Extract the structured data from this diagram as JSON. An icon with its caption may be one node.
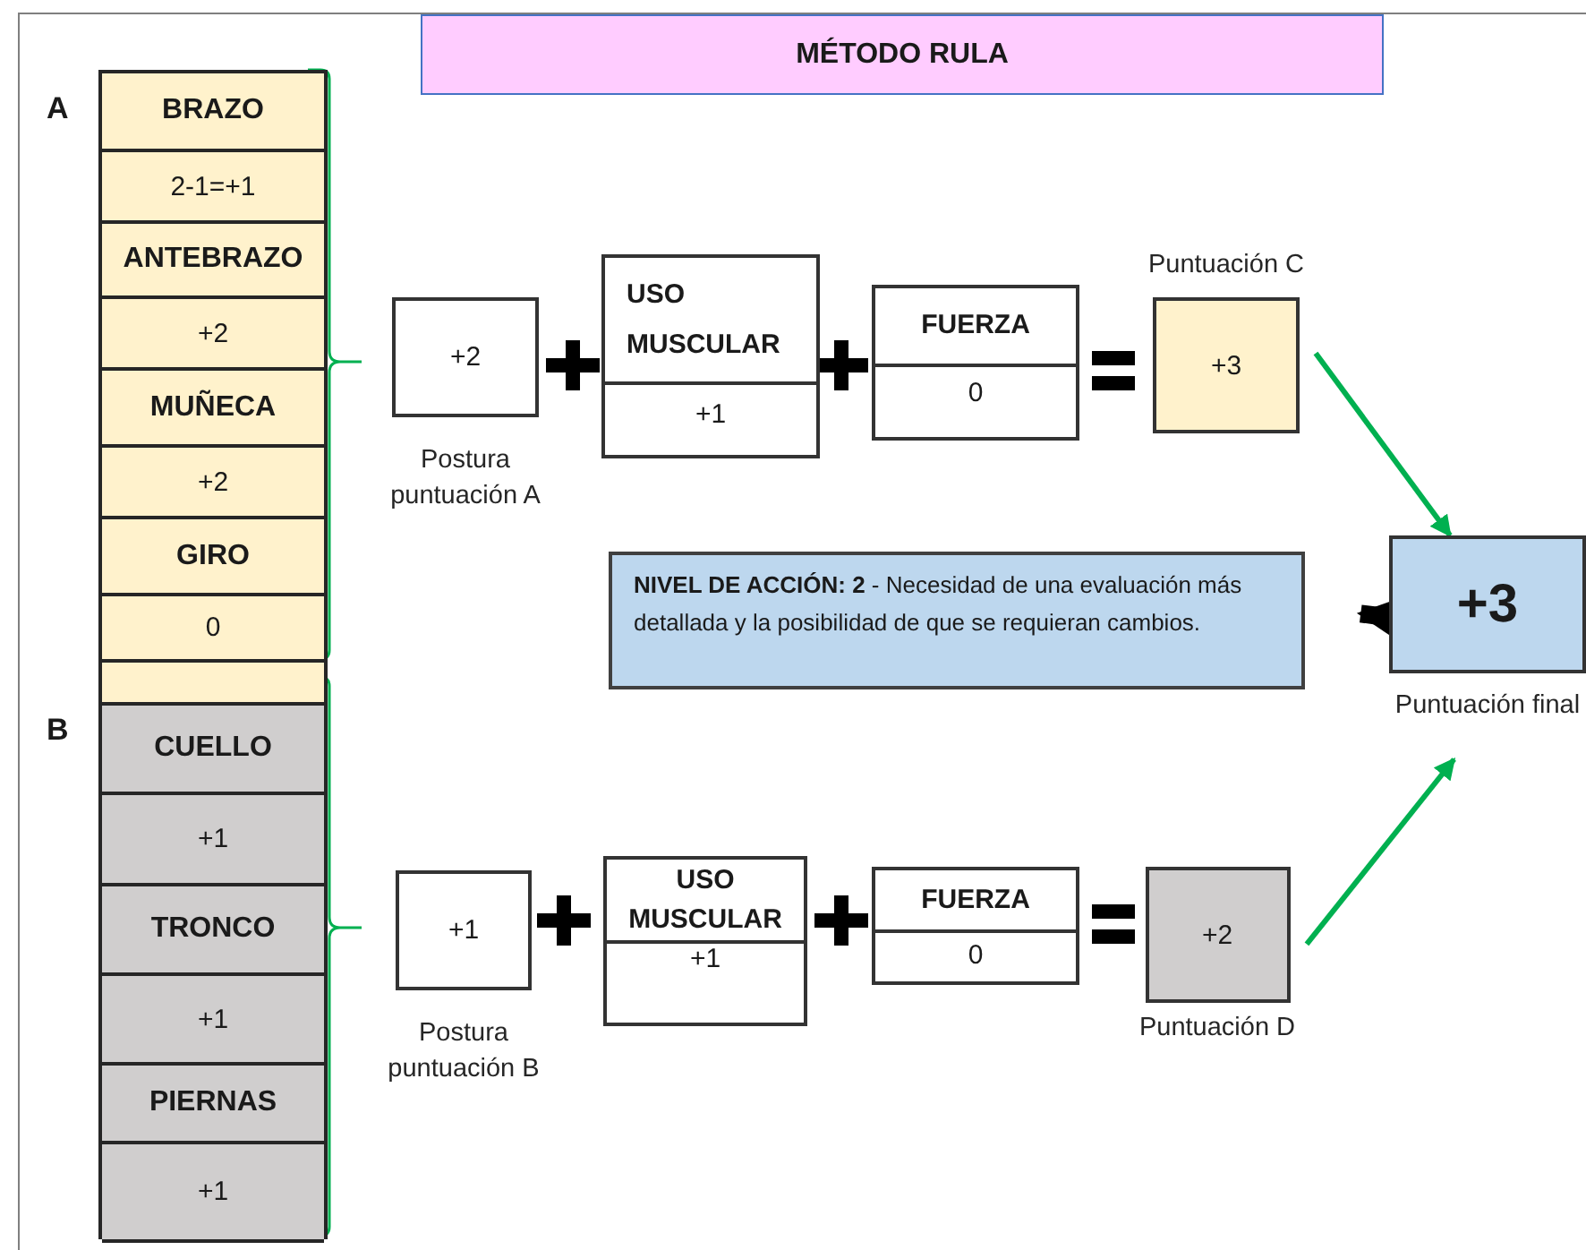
{
  "diagram": {
    "title": "MÉTODO RULA",
    "nodes": [
      {
        "text": [
          "BRAZO",
          "2-1=+1",
          "ANTEBRAZO",
          "+2",
          "MUÑECA",
          "+2",
          "GIRO",
          "0"
        ]
      },
      {
        "text": [
          "CUELLO",
          "+1",
          "TRONCO",
          "+1",
          "PIERNAS",
          "+1"
        ]
      },
      {
        "text": [
          "+2"
        ],
        "beside": [
          "Postura puntuación A"
        ]
      },
      {
        "text": [
          "USO MUSCULAR",
          "+1"
        ]
      },
      {
        "text": [
          "FUERZA",
          "0"
        ]
      },
      {
        "text": [
          "+3"
        ],
        "beside": [
          "Puntuación C"
        ]
      },
      {
        "text": [
          "**NIVEL DE ACCIÓN: 2** - Necesidad de una evaluación más detallada y la posibilidad de que se requieran cambios."
        ]
      },
      {
        "text": [
          "+3"
        ],
        "beside": [
          "Puntuación final"
        ]
      },
      {
        "text": [
          "+1"
        ],
        "beside": [
          "Postura puntuación B"
        ]
      },
      {
        "text": [
          "USO MUSCULAR",
          "+1"
        ]
      },
      {
        "text": [
          "FUERZA",
          "0"
        ]
      },
      {
        "text": [
          "+2"
        ],
        "beside": [
          "Puntuación D"
        ]
      }
    ],
    "edges": [
      {
        "from": 5,
        "to": 7,
        "arrow": "to"
      },
      {
        "from": 11,
        "to": 7,
        "arrow": "to"
      },
      {
        "from": 7,
        "to": 6,
        "arrow": "to",
        "style": "thick",
        "color": "#000000"
      }
    ],
    "labels": [
      "A",
      "B"
    ]
  }
}
